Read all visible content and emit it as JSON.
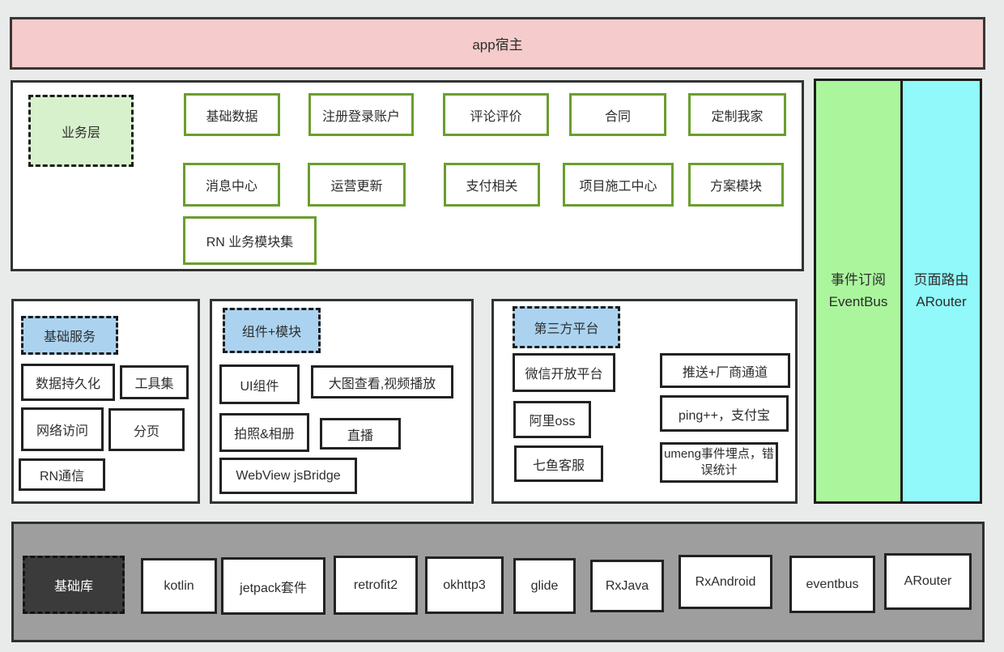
{
  "banner": {
    "label": "app宿主"
  },
  "business": {
    "tag": "业务层",
    "row1": [
      "基础数据",
      "注册登录账户",
      "评论评价",
      "合同",
      "定制我家"
    ],
    "row2": [
      "消息中心",
      "运营更新",
      "支付相关",
      "项目施工中心",
      "方案模块"
    ],
    "row3": [
      "RN 业务模块集"
    ]
  },
  "bars": {
    "eventbus": {
      "line1": "事件订阅",
      "line2": "EventBus"
    },
    "arouter": {
      "line1": "页面路由",
      "line2": "ARouter"
    }
  },
  "services": {
    "tag": "基础服务",
    "items": [
      "数据持久化",
      "工具集",
      "网络访问",
      "分页",
      "RN通信"
    ]
  },
  "components": {
    "tag": "组件+模块",
    "items": [
      "UI组件",
      "大图查看,视频播放",
      "拍照&相册",
      "直播",
      "WebView jsBridge"
    ]
  },
  "thirdparty": {
    "tag": "第三方平台",
    "left": [
      "微信开放平台",
      "阿里oss",
      "七鱼客服"
    ],
    "right": [
      "推送+厂商通道",
      "ping++，支付宝",
      "umeng事件埋点，错误统计"
    ]
  },
  "baselib": {
    "tag": "基础库",
    "items": [
      "kotlin",
      "jetpack套件",
      "retrofit2",
      "okhttp3",
      "glide",
      "RxJava",
      "RxAndroid",
      "eventbus",
      "ARouter"
    ]
  },
  "colors": {
    "banner_pink": "#f5cbcb",
    "layer_tag_green": "#d8f1cd",
    "layer_tag_blue": "#abd3f0",
    "eventbus_bar_green": "#abf69d",
    "arouter_bar_cyan": "#91f9fa",
    "module_border_green": "#6a9e2e",
    "bottom_bar_gray": "#9e9e9e",
    "baselib_dark": "#3b3b3b",
    "background": "#e9eaea"
  }
}
